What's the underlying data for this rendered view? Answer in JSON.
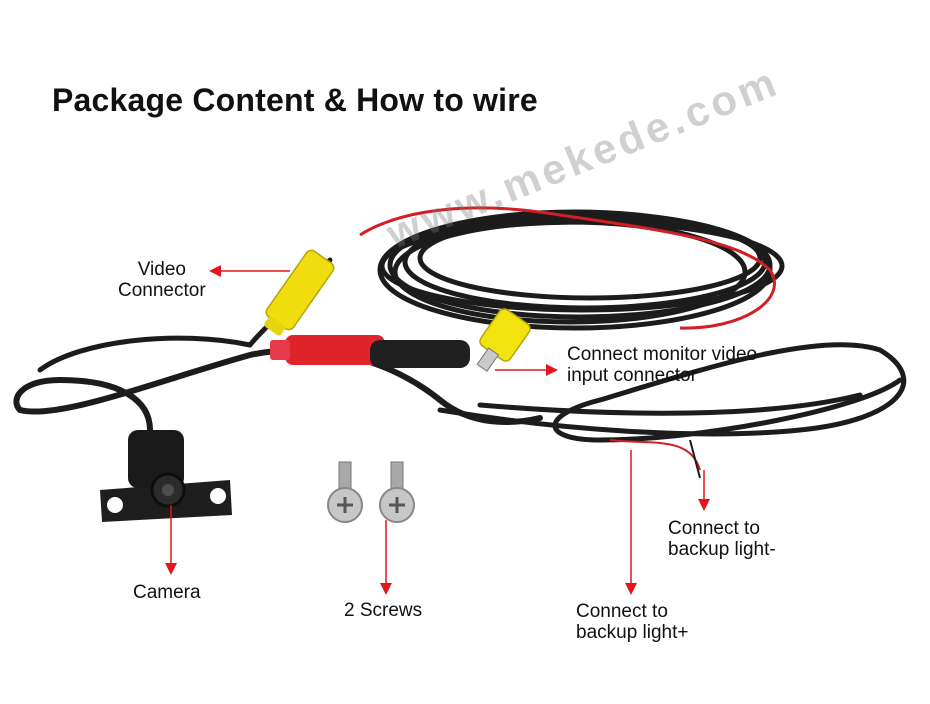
{
  "title": "Package Content & How to wire",
  "watermark": "www.mekede.com",
  "colors": {
    "arrow": "#e5151c",
    "cable": "#1a1a1a",
    "yellow": "#f2e20e",
    "red": "#e0242c",
    "text": "#111111"
  },
  "labels": {
    "video_connector": [
      "Video",
      "Connector"
    ],
    "monitor_input": [
      "Connect monitor video",
      "input connector"
    ],
    "camera": "Camera",
    "screws": "2 Screws",
    "backup_minus": [
      "Connect to",
      "backup light-"
    ],
    "backup_plus": [
      "Connect to",
      "backup light+"
    ]
  }
}
